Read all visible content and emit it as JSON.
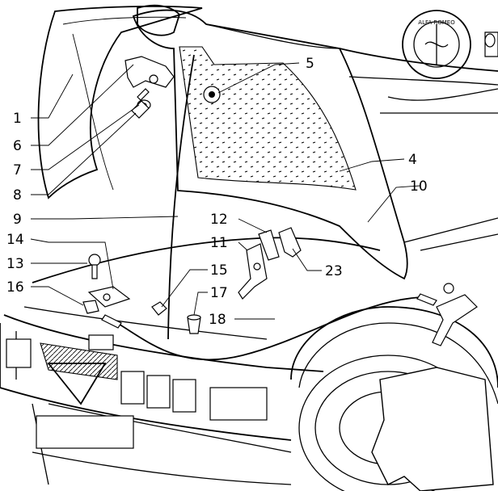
{
  "logo": {
    "brand_text": "ALFA ROMEO"
  },
  "callouts": [
    {
      "id": "c1",
      "label": "1"
    },
    {
      "id": "c6",
      "label": "6"
    },
    {
      "id": "c7",
      "label": "7"
    },
    {
      "id": "c8",
      "label": "8"
    },
    {
      "id": "c9",
      "label": "9"
    },
    {
      "id": "c14",
      "label": "14"
    },
    {
      "id": "c13",
      "label": "13"
    },
    {
      "id": "c16",
      "label": "16"
    },
    {
      "id": "c5",
      "label": "5"
    },
    {
      "id": "c4",
      "label": "4"
    },
    {
      "id": "c10",
      "label": "10"
    },
    {
      "id": "c12",
      "label": "12"
    },
    {
      "id": "c11",
      "label": "11"
    },
    {
      "id": "c23",
      "label": "23"
    },
    {
      "id": "c15",
      "label": "15"
    },
    {
      "id": "c17",
      "label": "17"
    },
    {
      "id": "c18",
      "label": "18"
    }
  ],
  "colors": {
    "ink": "#000000",
    "paper": "#ffffff"
  }
}
